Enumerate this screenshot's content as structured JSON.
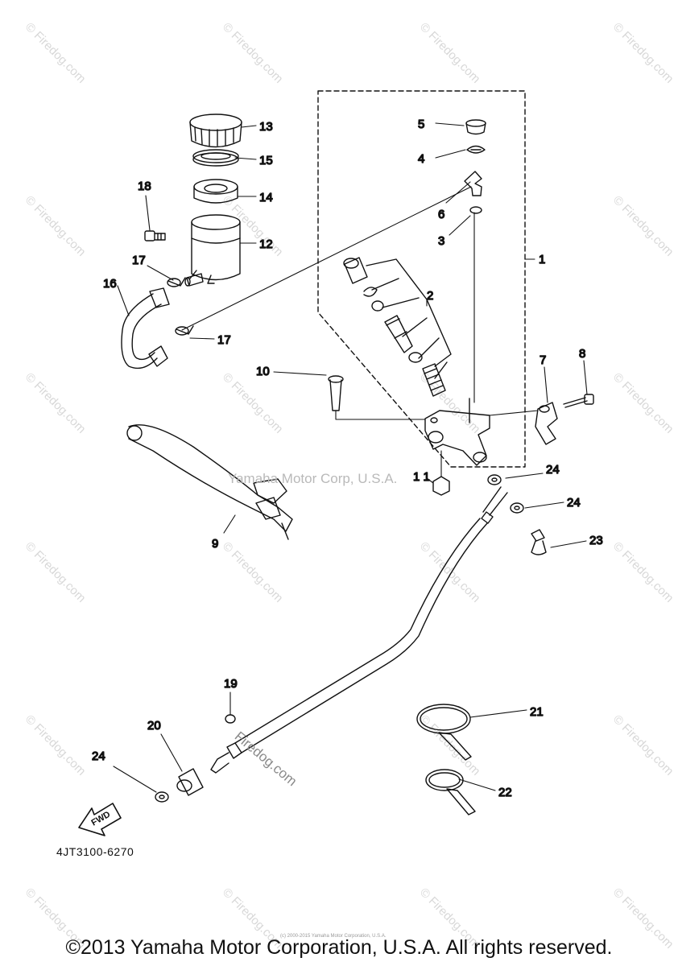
{
  "callouts": {
    "c1": "1",
    "c2": "2",
    "c3": "3",
    "c4": "4",
    "c5": "5",
    "c6": "6",
    "c7": "7",
    "c8": "8",
    "c9": "9",
    "c10": "10",
    "c11": "1 1",
    "c12": "12",
    "c13": "13",
    "c14": "14",
    "c15": "15",
    "c16": "16",
    "c17a": "17",
    "c17b": "17",
    "c18": "18",
    "c19": "19",
    "c20": "20",
    "c21": "21",
    "c22": "22",
    "c23": "23",
    "c24a": "24",
    "c24b": "24",
    "c24c": "24"
  },
  "fwd_label": "FWD",
  "diagram_code": "4JT3100-6270",
  "watermark_corp": "Yamaha Motor Corp, U.S.A.",
  "watermark_site": "© Firedog.com",
  "firedog_mid": "Firedog.com",
  "tiny_notice": "(c) 2000-2015 Yamaha Motor Corporation, U.S.A.",
  "copyright": "©2013 Yamaha Motor Corporation, U.S.A. All rights reserved."
}
